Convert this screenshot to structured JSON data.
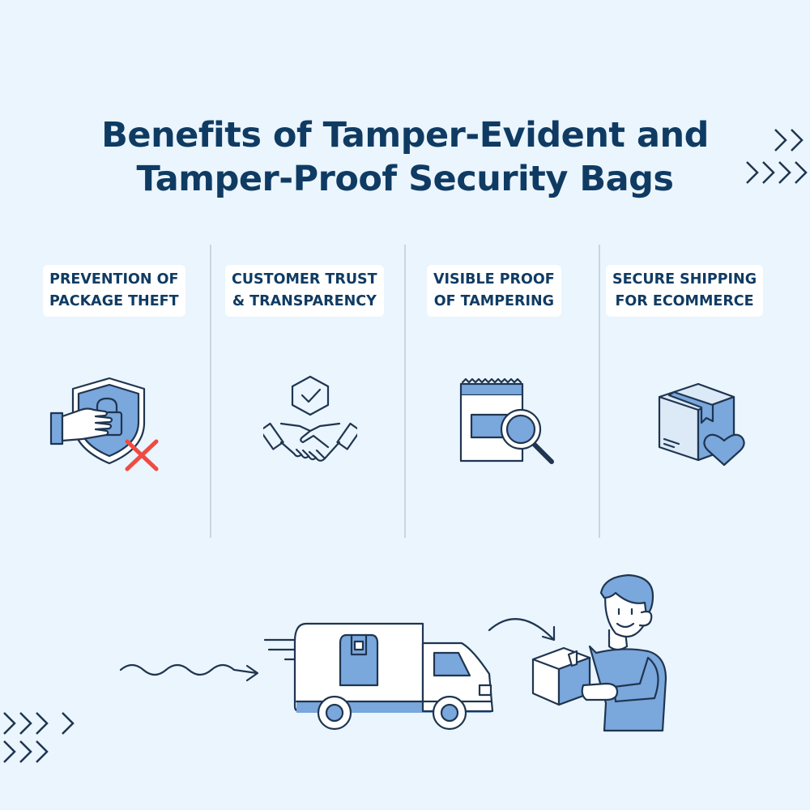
{
  "title": {
    "line1": "Benefits of Tamper-Evident and",
    "line2": "Tamper-Proof Security Bags"
  },
  "benefits": [
    {
      "line1": "PREVENTION OF",
      "line2": "PACKAGE THEFT",
      "icon": "shield-lock-hand-icon"
    },
    {
      "line1": "CUSTOMER TRUST",
      "line2": "& TRANSPARENCY",
      "icon": "handshake-check-icon"
    },
    {
      "line1": "VISIBLE PROOF",
      "line2": "OF TAMPERING",
      "icon": "bag-magnifier-icon"
    },
    {
      "line1": "SECURE SHIPPING",
      "line2": "FOR ECOMMERCE",
      "icon": "box-heart-icon"
    }
  ],
  "colors": {
    "background": "#eaf5fd",
    "title": "#0f3b63",
    "icon_fill": "#7aa7dc",
    "icon_stroke": "#1f3550",
    "alert": "#ef4b43"
  }
}
